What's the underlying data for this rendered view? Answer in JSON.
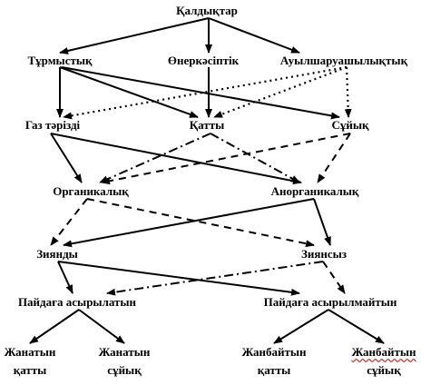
{
  "nodes": {
    "root": "Қалдықтар",
    "household": "Тұрмыстық",
    "industrial": "Өнеркәсіптік",
    "agricultural": "Ауылшаруашылықтық",
    "gas": "Газ тәрізді",
    "solid": "Қатты",
    "liquid": "Сұйық",
    "organic": "Органикалық",
    "inorganic": "Анорганикалық",
    "harmful": "Зиянды",
    "harmless": "Зиянсыз",
    "usable": "Пайдаға асырылатын",
    "unusable": "Пайдаға асырылмайтын",
    "burnable_solid": [
      "Жанатын",
      "қатты"
    ],
    "burnable_liquid": [
      "Жанатын",
      "сұйық"
    ],
    "nonburnable_solid": [
      "Жанбайтын",
      "қатты"
    ],
    "nonburnable_liquid": [
      "Жанбайтын",
      "сұйық"
    ]
  },
  "edges": [
    {
      "from": "root",
      "to": "household",
      "style": "solid"
    },
    {
      "from": "root",
      "to": "industrial",
      "style": "solid"
    },
    {
      "from": "root",
      "to": "agricultural",
      "style": "solid"
    },
    {
      "from": "household",
      "to": "gas",
      "style": "solid"
    },
    {
      "from": "household",
      "to": "solid",
      "style": "solid"
    },
    {
      "from": "household",
      "to": "liquid",
      "style": "solid"
    },
    {
      "from": "industrial",
      "to": "solid",
      "style": "solid"
    },
    {
      "from": "agricultural",
      "to": "gas",
      "style": "dotted"
    },
    {
      "from": "agricultural",
      "to": "solid",
      "style": "dotted"
    },
    {
      "from": "agricultural",
      "to": "liquid",
      "style": "dotted"
    },
    {
      "from": "gas",
      "to": "organic",
      "style": "solid"
    },
    {
      "from": "gas",
      "to": "inorganic",
      "style": "solid"
    },
    {
      "from": "solid",
      "to": "organic",
      "style": "dashdot"
    },
    {
      "from": "solid",
      "to": "inorganic",
      "style": "dashdot"
    },
    {
      "from": "liquid",
      "to": "organic",
      "style": "dashed"
    },
    {
      "from": "liquid",
      "to": "inorganic",
      "style": "dashed"
    },
    {
      "from": "organic",
      "to": "harmful",
      "style": "dashed"
    },
    {
      "from": "organic",
      "to": "harmless",
      "style": "dashed"
    },
    {
      "from": "inorganic",
      "to": "harmful",
      "style": "solid"
    },
    {
      "from": "inorganic",
      "to": "harmless",
      "style": "solid"
    },
    {
      "from": "harmful",
      "to": "usable",
      "style": "solid"
    },
    {
      "from": "harmful",
      "to": "unusable",
      "style": "solid"
    },
    {
      "from": "harmless",
      "to": "usable",
      "style": "dashdot"
    },
    {
      "from": "harmless",
      "to": "unusable",
      "style": "dashed"
    },
    {
      "from": "usable",
      "to": "burnable_solid",
      "style": "solid"
    },
    {
      "from": "usable",
      "to": "burnable_liquid",
      "style": "solid"
    },
    {
      "from": "unusable",
      "to": "nonburnable_solid",
      "style": "solid"
    },
    {
      "from": "unusable",
      "to": "nonburnable_liquid",
      "style": "solid"
    }
  ]
}
